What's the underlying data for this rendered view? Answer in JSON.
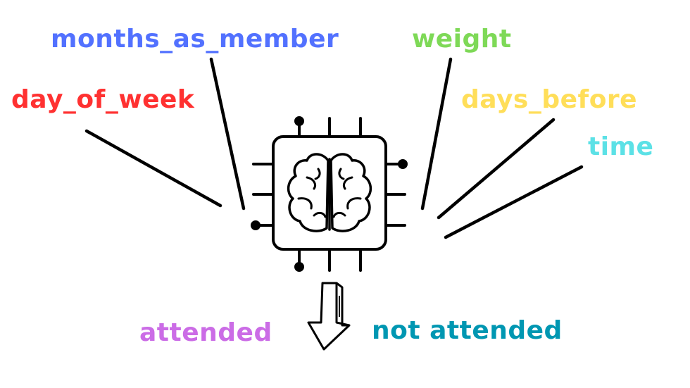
{
  "features": {
    "months_as_member": {
      "text": "months_as_member",
      "color": "#5271ff"
    },
    "weight": {
      "text": "weight",
      "color": "#7ed957"
    },
    "day_of_week": {
      "text": "day_of_week",
      "color": "#ff3131"
    },
    "days_before": {
      "text": "days_before",
      "color": "#ffde59"
    },
    "time": {
      "text": "time",
      "color": "#5ce1e6"
    }
  },
  "outcomes": {
    "attended": {
      "text": "attended",
      "color": "#cb6ce6"
    },
    "not_attended": {
      "text": "not attended",
      "color": "#0097b2"
    }
  },
  "icons": {
    "model": "brain-chip-icon",
    "output": "down-arrow-icon"
  }
}
